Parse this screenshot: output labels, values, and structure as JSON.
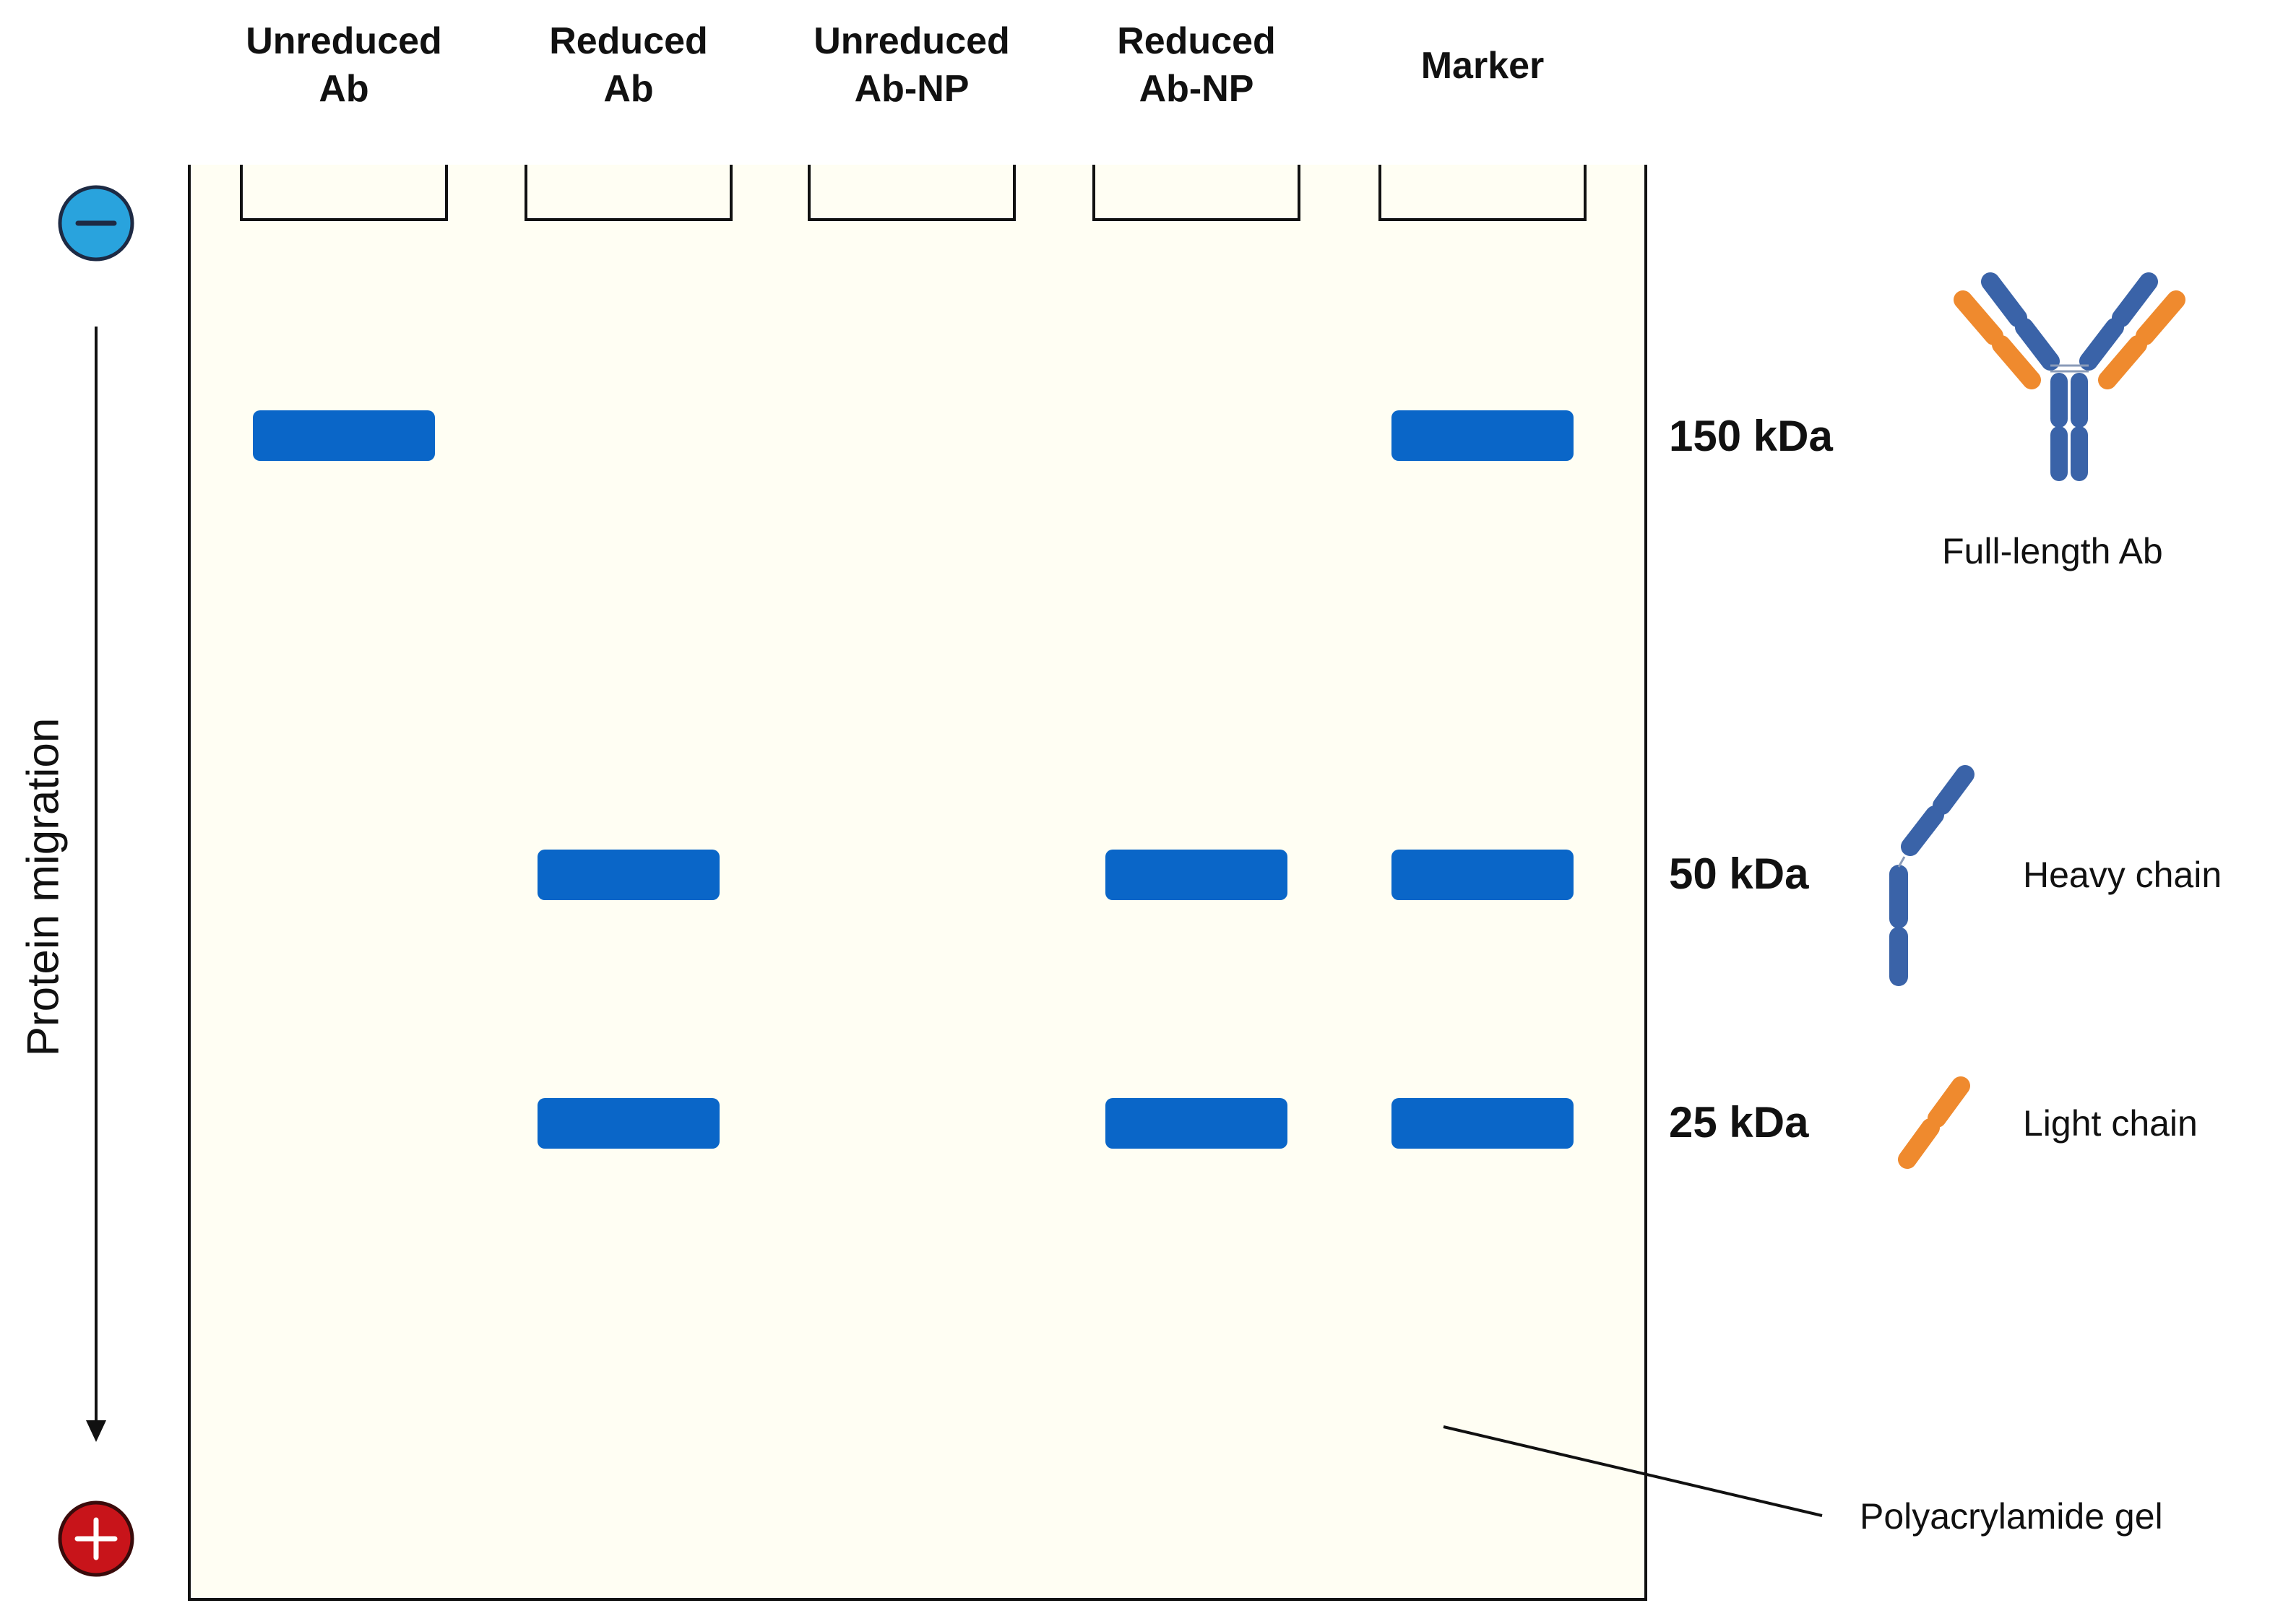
{
  "lanes": [
    {
      "id": "unreduced-ab",
      "label_lines": [
        "Unreduced",
        "Ab"
      ],
      "bands_kda": [
        150
      ]
    },
    {
      "id": "reduced-ab",
      "label_lines": [
        "Reduced",
        "Ab"
      ],
      "bands_kda": [
        50,
        25
      ]
    },
    {
      "id": "unreduced-ab-np",
      "label_lines": [
        "Unreduced",
        "Ab-NP"
      ],
      "bands_kda": []
    },
    {
      "id": "reduced-ab-np",
      "label_lines": [
        "Reduced",
        "Ab-NP"
      ],
      "bands_kda": [
        50,
        25
      ]
    },
    {
      "id": "marker",
      "label_lines": [
        "Marker"
      ],
      "bands_kda": [
        150,
        50,
        25
      ]
    }
  ],
  "size_markers": [
    {
      "kda": 150,
      "label": "150 kDa"
    },
    {
      "kda": 50,
      "label": "50 kDa"
    },
    {
      "kda": 25,
      "label": "25 kDa"
    }
  ],
  "legend": {
    "full_length": "Full-length Ab",
    "heavy_chain": "Heavy chain",
    "light_chain": "Light chain"
  },
  "axis_label": "Protein migration",
  "gel_label": "Polyacrylamide gel",
  "electrodes": {
    "top": "−",
    "bottom": "+"
  },
  "colors": {
    "gel_fill": "#FFFEF3",
    "band": "#0A66C8",
    "heavy_chain": "#3A63A8",
    "light_chain": "#EF8A2E",
    "negative_electrode": "#29A3DD",
    "positive_electrode": "#C8141A"
  }
}
